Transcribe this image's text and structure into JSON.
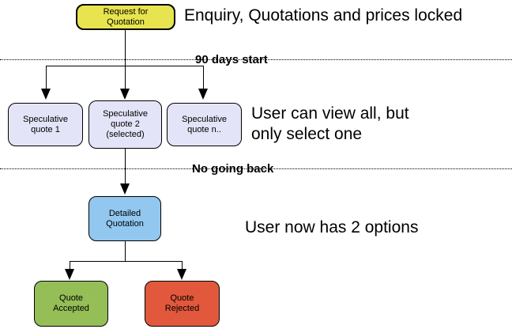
{
  "colors": {
    "request_fill": "#e8e44f",
    "speculative_fill": "#e4e4f8",
    "detailed_fill": "#92c7ef",
    "accepted_fill": "#95be57",
    "rejected_fill": "#e2583c"
  },
  "nodes": {
    "request": "Request for\nQuotation",
    "spec1": "Speculative\nquote 1",
    "spec2": "Speculative\nquote 2\n(selected)",
    "spec3": "Speculative\nquote n..",
    "detailed": "Detailed\nQuotation",
    "accepted": "Quote\nAccepted",
    "rejected": "Quote\nRejected"
  },
  "annotations": {
    "headline": "Enquiry, Quotations and prices locked",
    "phase1": "90 days start",
    "view_note": "User can view all, but\nonly select one",
    "phase2": "No going back",
    "options_note": "User now has 2 options"
  }
}
